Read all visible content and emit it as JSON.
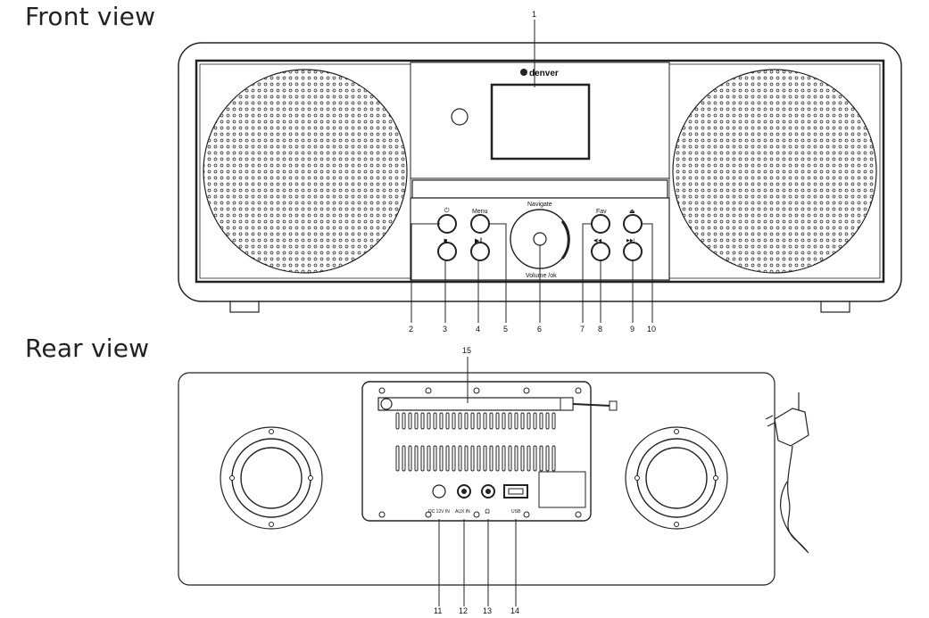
{
  "headings": {
    "front": "Front view",
    "rear": "Rear view"
  },
  "brand": "denver",
  "front_labels": {
    "navigate": "Navigate",
    "volume_ok": "Volume /ok",
    "menu": "Menu",
    "fav": "Fav",
    "power_symbol": "⏻",
    "stop_symbol": "■",
    "play_pause_symbol": "▶‖",
    "eject_symbol": "⏏",
    "prev_symbol": "◀|◀",
    "next_symbol": "▶▶|"
  },
  "rear_labels": {
    "dc": "DC 12V IN",
    "aux": "AUX IN",
    "headphone": "🎧",
    "usb": "USB"
  },
  "callouts": {
    "c1": "1",
    "c2": "2",
    "c3": "3",
    "c4": "4",
    "c5": "5",
    "c6": "6",
    "c7": "7",
    "c8": "8",
    "c9": "9",
    "c10": "10",
    "c11": "11",
    "c12": "12",
    "c13": "13",
    "c14": "14",
    "c15": "15"
  }
}
